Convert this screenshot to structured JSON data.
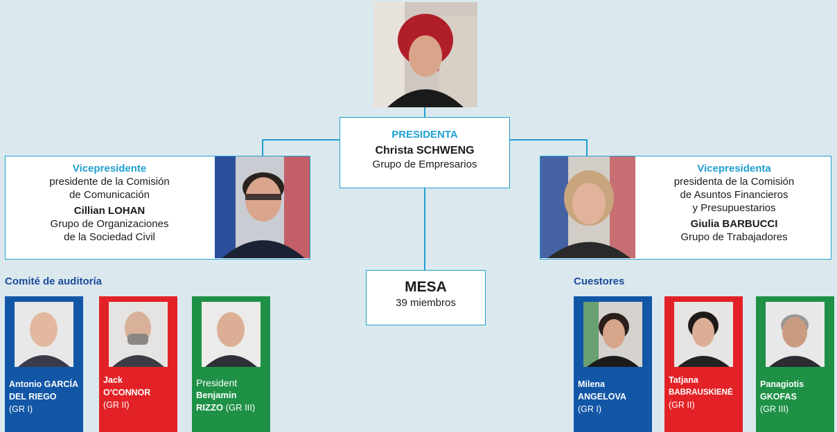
{
  "presidenta": {
    "title": "PRESIDENTA",
    "name": "Christa SCHWENG",
    "group": "Grupo de Empresarios"
  },
  "vice_left": {
    "title": "Vicepresidente",
    "role_line1": "presidente de la Comisión",
    "role_line2": "de Comunicación",
    "name": "Cillian LOHAN",
    "group_line1": "Grupo de Organizaciones",
    "group_line2": "de la Sociedad Civil"
  },
  "vice_right": {
    "title": "Vicepresidenta",
    "role_line1": "presidenta de la Comisión",
    "role_line2": "de Asuntos Financieros",
    "role_line3": "y  Presupuestarios",
    "name": "Giulia BARBUCCI",
    "group": "Grupo de Trabajadores"
  },
  "mesa": {
    "title": "MESA",
    "members": "39 miembros"
  },
  "audit": {
    "title": "Comité de auditoría",
    "members": [
      {
        "line1": "Antonio GARCÍA",
        "line2": "DEL RIEGO",
        "group": "(GR I)",
        "color": "#1256a6"
      },
      {
        "line1": "Jack",
        "line2": "O'CONNOR",
        "group": "(GR II)",
        "color": "#e32227"
      },
      {
        "prefix": "President",
        "line1": "Benjamin",
        "line2": "RIZZO",
        "group": "(GR III)",
        "color": "#1e9146"
      }
    ]
  },
  "quaestors": {
    "title": "Cuestores",
    "members": [
      {
        "line1": "Milena",
        "line2": "ANGELOVA",
        "group": "(GR I)",
        "color": "#1256a6"
      },
      {
        "line1": "Tatjana",
        "line2": "BABRAUSKIENĖ",
        "group": "(GR II)",
        "color": "#e32227"
      },
      {
        "line1": "Panagiotis",
        "line2": "GKOFAS",
        "group": "(GR III)",
        "color": "#1e9146"
      }
    ]
  },
  "colors": {
    "accent": "#1f9fd1",
    "gr1": "#1256a6",
    "gr2": "#e32227",
    "gr3": "#1e9146",
    "background": "#dbe9ee"
  }
}
